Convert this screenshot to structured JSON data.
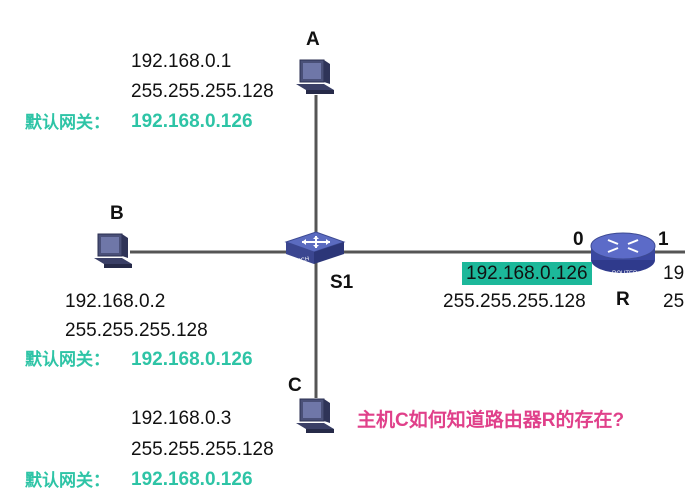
{
  "nodes": {
    "a": "A",
    "b": "B",
    "c": "C",
    "s1": "S1",
    "r": "R",
    "port0": "0",
    "port1": "1"
  },
  "host_a": {
    "ip": "192.168.0.1",
    "mask": "255.255.255.128",
    "gw_label": "默认网关：",
    "gw": "192.168.0.126"
  },
  "host_b": {
    "ip": "192.168.0.2",
    "mask": "255.255.255.128",
    "gw_label": "默认网关：",
    "gw": "192.168.0.126"
  },
  "host_c": {
    "ip": "192.168.0.3",
    "mask": "255.255.255.128",
    "gw_label": "默认网关：",
    "gw": "192.168.0.126"
  },
  "router": {
    "ip": "192.168.0.126",
    "mask": "255.255.255.128",
    "right_ip_partial": "19",
    "right_mask_partial": "25",
    "badge": "ROUTER"
  },
  "switch": {
    "badge": "SWITCH"
  },
  "question": "主机C如何知道路由器R的存在?",
  "colors": {
    "gateway": "#2ec4a6",
    "highlight": "#1cb89a",
    "question": "#e0408a",
    "link": "#555555"
  }
}
